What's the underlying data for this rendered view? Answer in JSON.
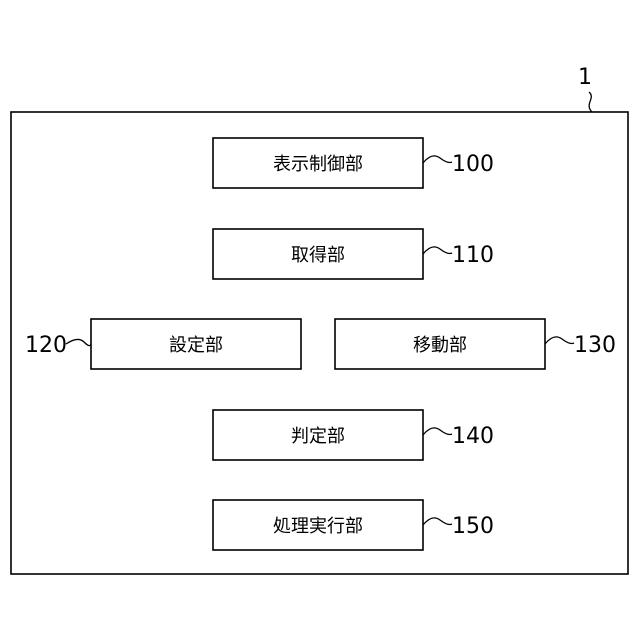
{
  "device": {
    "ref": "1"
  },
  "units": [
    {
      "label": "表示制御部",
      "ref": "100"
    },
    {
      "label": "取得部",
      "ref": "110"
    },
    {
      "label": "設定部",
      "ref": "120"
    },
    {
      "label": "移動部",
      "ref": "130"
    },
    {
      "label": "判定部",
      "ref": "140"
    },
    {
      "label": "処理実行部",
      "ref": "150"
    }
  ]
}
